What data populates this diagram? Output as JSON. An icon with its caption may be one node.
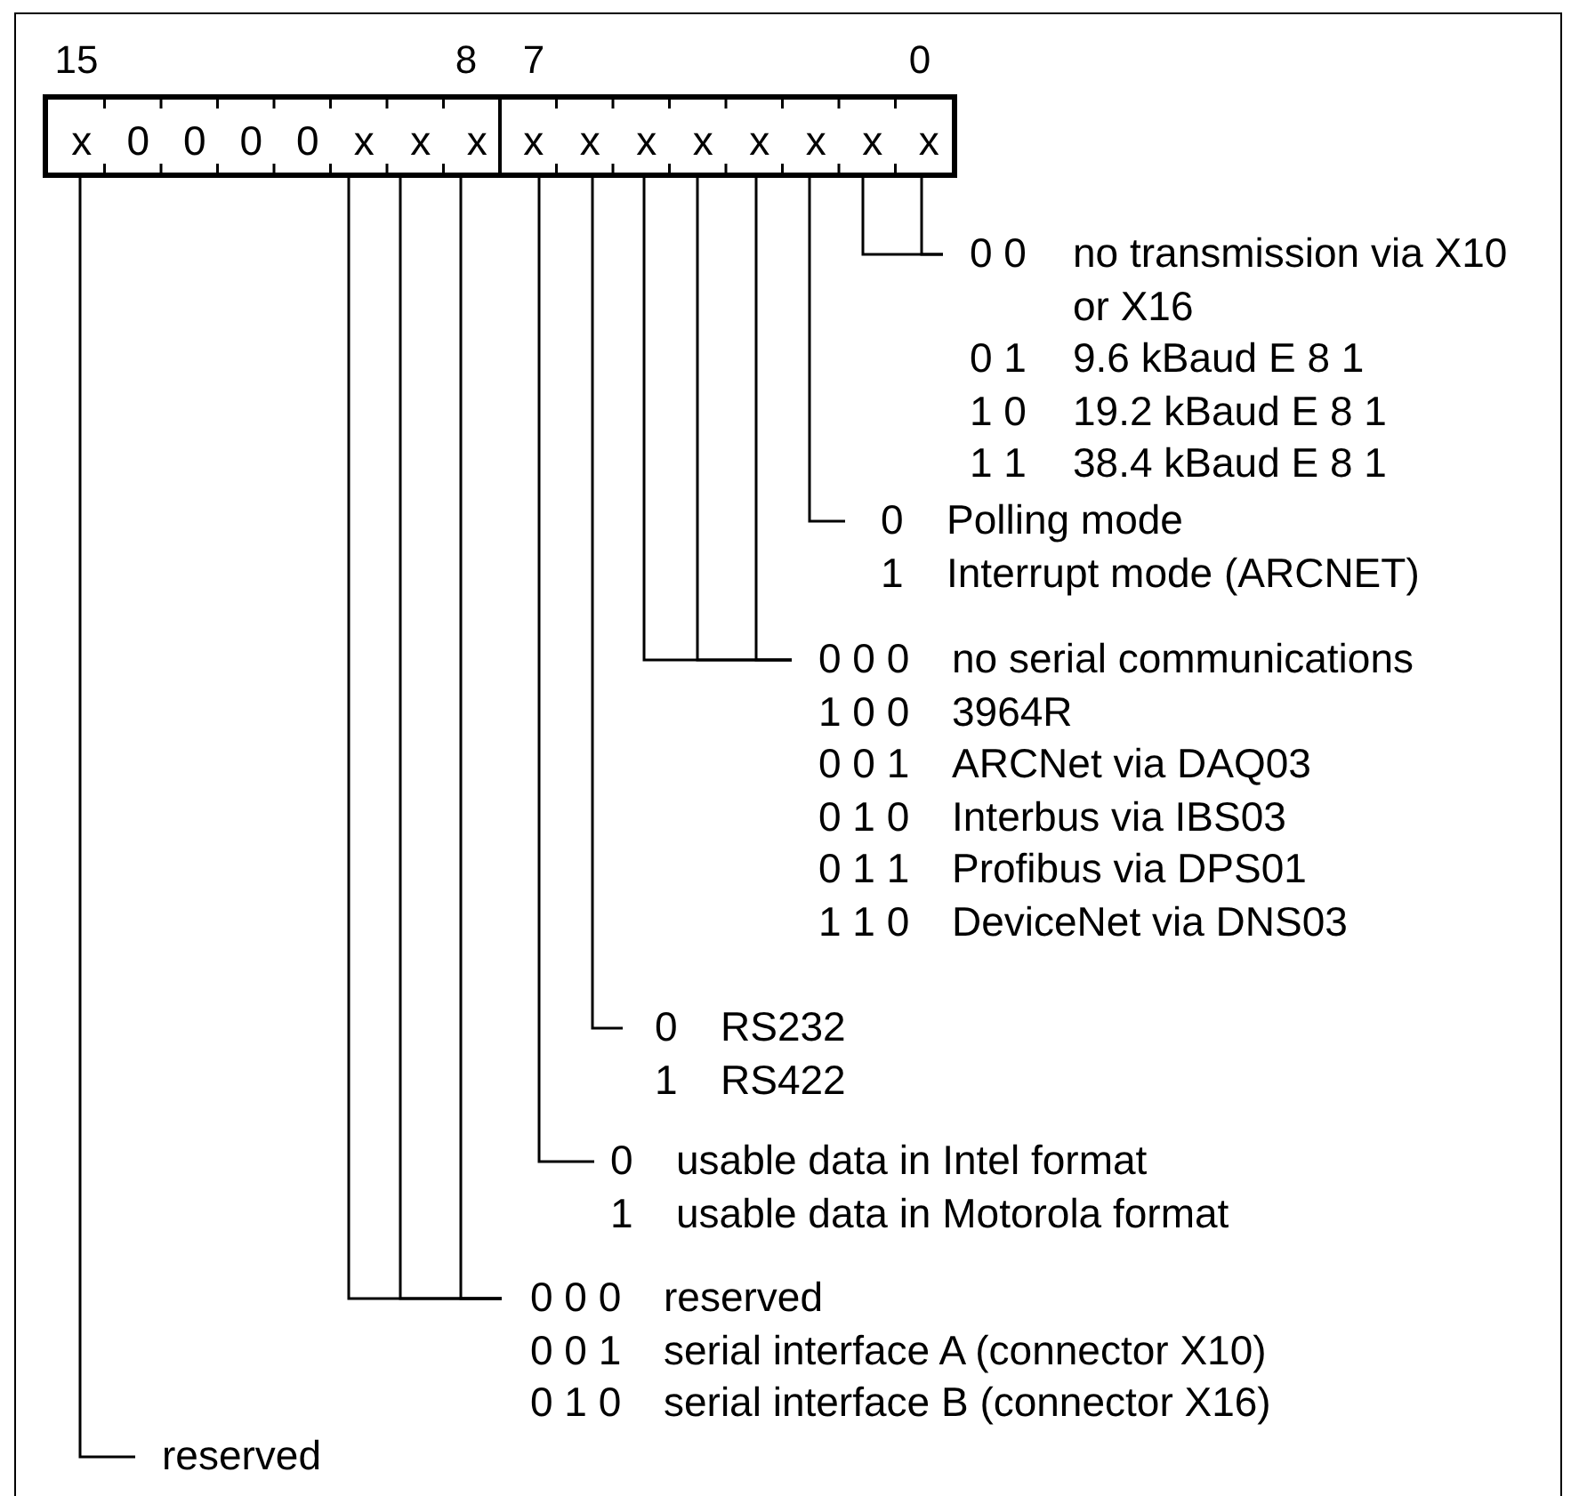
{
  "diagram": {
    "nodes": [
      {
        "text": [],
        "shape": "box"
      },
      {
        "text": [
          "x"
        ],
        "in": 0
      },
      {
        "text": [
          "0"
        ],
        "in": 0
      },
      {
        "text": [
          "0"
        ],
        "in": 0
      },
      {
        "text": [
          "0"
        ],
        "in": 0
      },
      {
        "text": [
          "0"
        ],
        "in": 0
      },
      {
        "text": [
          "x"
        ],
        "in": 0
      },
      {
        "text": [
          "x"
        ],
        "in": 0
      },
      {
        "text": [
          "x"
        ],
        "in": 0
      },
      {
        "text": [
          "x"
        ],
        "in": 0
      },
      {
        "text": [
          "x"
        ],
        "in": 0
      },
      {
        "text": [
          "x"
        ],
        "in": 0
      },
      {
        "text": [
          "x"
        ],
        "in": 0
      },
      {
        "text": [
          "x"
        ],
        "in": 0
      },
      {
        "text": [
          "x"
        ],
        "in": 0
      },
      {
        "text": [
          "x"
        ],
        "in": 0
      },
      {
        "text": [
          "x"
        ],
        "in": 0
      },
      {
        "text": [
          "0 0",
          "no transmission via X10 or X16",
          "0 1",
          "9.6 kBaud E 8 1",
          "1 0",
          "19.2 kBaud E 8 1",
          "1 1",
          "38.4 kBaud E 8 1"
        ]
      },
      {
        "text": [
          "0",
          "Polling mode",
          "1",
          "Interrupt mode (ARCNET)"
        ]
      },
      {
        "text": [
          "0 0 0",
          "no serial communications",
          "1 0 0",
          "3964R",
          "0 0 1",
          "ARCNet via DAQ03",
          "0 1 0",
          "Interbus via IBS03",
          "0 1 1",
          "Profibus via DPS01",
          "1 1 0",
          "DeviceNet via DNS03"
        ]
      },
      {
        "text": [
          "0",
          "RS232",
          "1",
          "RS422"
        ]
      },
      {
        "text": [
          "0",
          "usable data in Intel format",
          "1",
          "usable data in Motorola format"
        ]
      },
      {
        "text": [
          "0 0 0",
          "reserved",
          "0 0 1",
          "serial interface A (connector X10)",
          "0 1 0",
          "serial interface B (connector X16)"
        ]
      },
      {
        "text": [
          "reserved"
        ]
      }
    ],
    "edges": [
      {
        "from": 15,
        "to": 17,
        "arrow": "none"
      },
      {
        "from": 16,
        "to": 17,
        "arrow": "none"
      },
      {
        "from": 14,
        "to": 18,
        "arrow": "none"
      },
      {
        "from": 11,
        "to": 19,
        "arrow": "none"
      },
      {
        "from": 12,
        "to": 19,
        "arrow": "none"
      },
      {
        "from": 13,
        "to": 19,
        "arrow": "none"
      },
      {
        "from": 10,
        "to": 20,
        "arrow": "none"
      },
      {
        "from": 9,
        "to": 21,
        "arrow": "none"
      },
      {
        "from": 6,
        "to": 22,
        "arrow": "none"
      },
      {
        "from": 7,
        "to": 22,
        "arrow": "none"
      },
      {
        "from": 8,
        "to": 22,
        "arrow": "none"
      },
      {
        "from": 1,
        "to": 23,
        "arrow": "none"
      }
    ],
    "labels": [
      "15",
      "8",
      "7",
      "0"
    ]
  }
}
